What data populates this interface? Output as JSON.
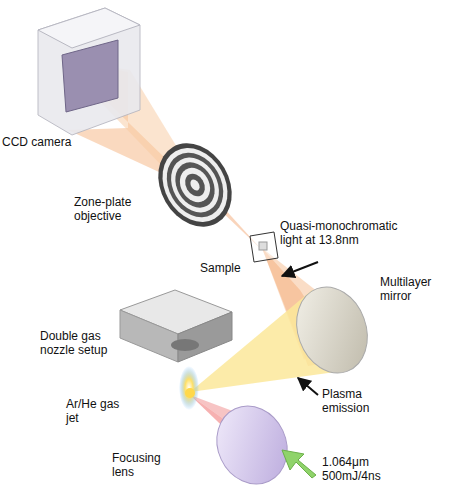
{
  "diagram": {
    "nodes": [
      {
        "text": [
          "CCD camera"
        ]
      },
      {
        "text": [
          "Zone-plate objective"
        ]
      },
      {
        "text": [
          "Sample"
        ]
      },
      {
        "text": [
          "Multilayer mirror"
        ]
      },
      {
        "text": [
          "Double gas nozzle setup"
        ]
      },
      {
        "text": [
          "Focusing lens"
        ]
      }
    ],
    "labels": [
      "Quasi-monochromatic light at 13.8nm",
      "Plasma emission",
      "Ar/He gas jet",
      "1.064μm 500mJ/4ns"
    ]
  }
}
